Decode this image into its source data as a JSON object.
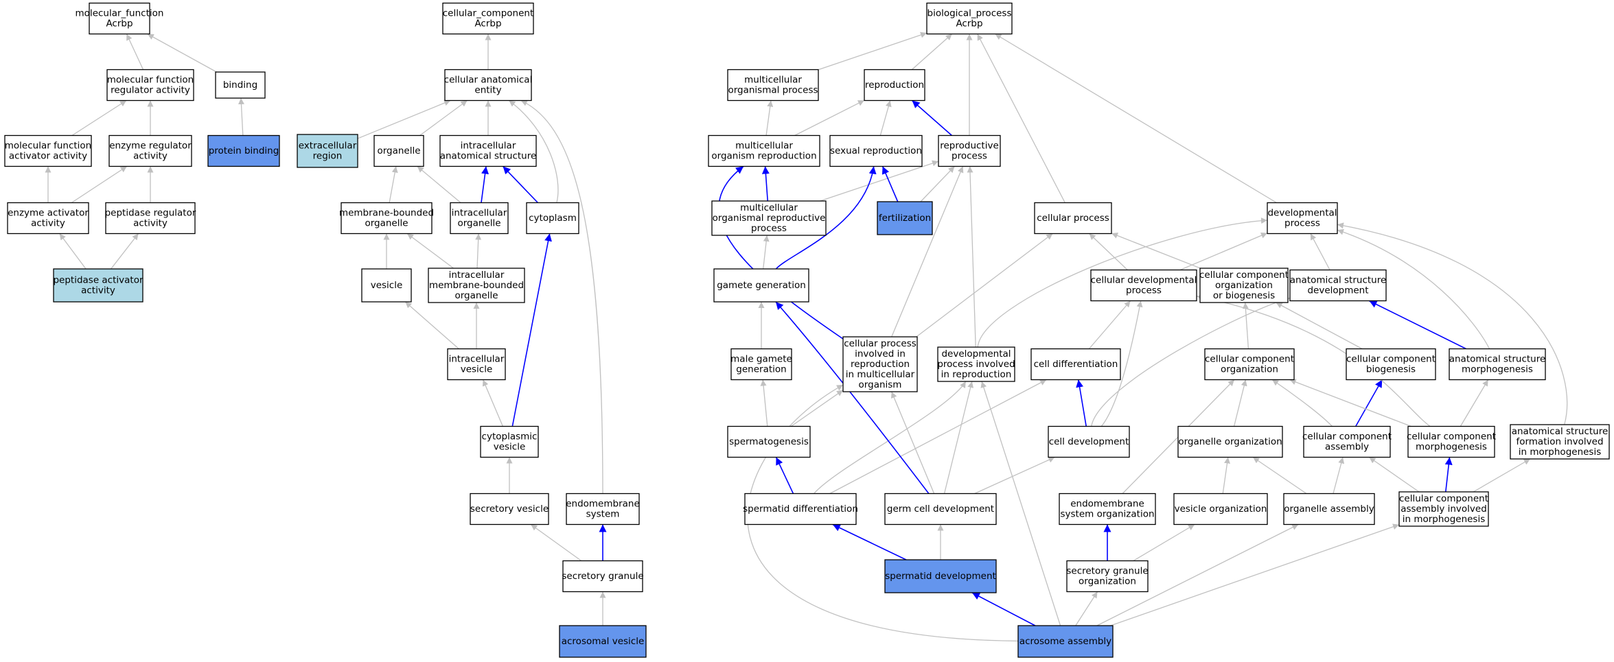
{
  "colors": {
    "plain": "#ffffff",
    "blue": "#6495ED",
    "lightblue": "#ADD8E6",
    "edge_gray": "#c0c0c0",
    "edge_blue": "#0000ff",
    "stroke": "#000000"
  },
  "nodes": [
    {
      "id": "mf_root",
      "lines": [
        "molecular_function",
        "Acrbp"
      ],
      "fill": "plain"
    },
    {
      "id": "mf_reg",
      "lines": [
        "molecular function",
        "regulator activity"
      ],
      "fill": "plain"
    },
    {
      "id": "binding",
      "lines": [
        "binding"
      ],
      "fill": "plain"
    },
    {
      "id": "mf_act",
      "lines": [
        "molecular function",
        "activator activity"
      ],
      "fill": "plain"
    },
    {
      "id": "enz_reg",
      "lines": [
        "enzyme regulator",
        "activity"
      ],
      "fill": "plain"
    },
    {
      "id": "prot_bind",
      "lines": [
        "protein binding"
      ],
      "fill": "blue"
    },
    {
      "id": "enz_act",
      "lines": [
        "enzyme activator",
        "activity"
      ],
      "fill": "plain"
    },
    {
      "id": "pep_reg",
      "lines": [
        "peptidase regulator",
        "activity"
      ],
      "fill": "plain"
    },
    {
      "id": "pep_act",
      "lines": [
        "peptidase activator",
        "activity"
      ],
      "fill": "lightblue"
    },
    {
      "id": "cc_root",
      "lines": [
        "cellular_component",
        "Acrbp"
      ],
      "fill": "plain"
    },
    {
      "id": "cae",
      "lines": [
        "cellular anatomical",
        "entity"
      ],
      "fill": "plain"
    },
    {
      "id": "extra",
      "lines": [
        "extracellular",
        "region"
      ],
      "fill": "lightblue"
    },
    {
      "id": "organelle",
      "lines": [
        "organelle"
      ],
      "fill": "plain"
    },
    {
      "id": "ias",
      "lines": [
        "intracellular",
        "anatomical structure"
      ],
      "fill": "plain"
    },
    {
      "id": "mbo",
      "lines": [
        "membrane-bounded",
        "organelle"
      ],
      "fill": "plain"
    },
    {
      "id": "io",
      "lines": [
        "intracellular",
        "organelle"
      ],
      "fill": "plain"
    },
    {
      "id": "cyto",
      "lines": [
        "cytoplasm"
      ],
      "fill": "plain"
    },
    {
      "id": "vesicle",
      "lines": [
        "vesicle"
      ],
      "fill": "plain"
    },
    {
      "id": "imbo",
      "lines": [
        "intracellular",
        "membrane-bounded",
        "organelle"
      ],
      "fill": "plain"
    },
    {
      "id": "iv",
      "lines": [
        "intracellular",
        "vesicle"
      ],
      "fill": "plain"
    },
    {
      "id": "cv",
      "lines": [
        "cytoplasmic",
        "vesicle"
      ],
      "fill": "plain"
    },
    {
      "id": "sv",
      "lines": [
        "secretory vesicle"
      ],
      "fill": "plain"
    },
    {
      "id": "endo",
      "lines": [
        "endomembrane",
        "system"
      ],
      "fill": "plain"
    },
    {
      "id": "sg",
      "lines": [
        "secretory granule"
      ],
      "fill": "plain"
    },
    {
      "id": "av",
      "lines": [
        "acrosomal vesicle"
      ],
      "fill": "blue"
    },
    {
      "id": "bp_root",
      "lines": [
        "biological_process",
        "Acrbp"
      ],
      "fill": "plain"
    },
    {
      "id": "mop",
      "lines": [
        "multicellular",
        "organismal process"
      ],
      "fill": "plain"
    },
    {
      "id": "repro",
      "lines": [
        "reproduction"
      ],
      "fill": "plain"
    },
    {
      "id": "mor",
      "lines": [
        "multicellular",
        "organism reproduction"
      ],
      "fill": "plain"
    },
    {
      "id": "sexrep",
      "lines": [
        "sexual reproduction"
      ],
      "fill": "plain"
    },
    {
      "id": "rp",
      "lines": [
        "reproductive",
        "process"
      ],
      "fill": "plain"
    },
    {
      "id": "morp",
      "lines": [
        "multicellular",
        "organismal reproductive",
        "process"
      ],
      "fill": "plain"
    },
    {
      "id": "fert",
      "lines": [
        "fertilization"
      ],
      "fill": "blue"
    },
    {
      "id": "cp",
      "lines": [
        "cellular process"
      ],
      "fill": "plain"
    },
    {
      "id": "dp",
      "lines": [
        "developmental",
        "process"
      ],
      "fill": "plain"
    },
    {
      "id": "gg",
      "lines": [
        "gamete generation"
      ],
      "fill": "plain"
    },
    {
      "id": "cdp",
      "lines": [
        "cellular developmental",
        "process"
      ],
      "fill": "plain"
    },
    {
      "id": "ccob",
      "lines": [
        "cellular component",
        "organization",
        "or biogenesis"
      ],
      "fill": "plain"
    },
    {
      "id": "asd",
      "lines": [
        "anatomical structure",
        "development"
      ],
      "fill": "plain"
    },
    {
      "id": "mgg",
      "lines": [
        "male gamete",
        "generation"
      ],
      "fill": "plain"
    },
    {
      "id": "cpirm",
      "lines": [
        "cellular process",
        "involved in",
        "reproduction",
        "in multicellular",
        "organism"
      ],
      "fill": "plain"
    },
    {
      "id": "dpir",
      "lines": [
        "developmental",
        "process involved",
        "in reproduction"
      ],
      "fill": "plain"
    },
    {
      "id": "celldiff",
      "lines": [
        "cell differentiation"
      ],
      "fill": "plain"
    },
    {
      "id": "cco",
      "lines": [
        "cellular component",
        "organization"
      ],
      "fill": "plain"
    },
    {
      "id": "ccb",
      "lines": [
        "cellular component",
        "biogenesis"
      ],
      "fill": "plain"
    },
    {
      "id": "asm",
      "lines": [
        "anatomical structure",
        "morphogenesis"
      ],
      "fill": "plain"
    },
    {
      "id": "spg",
      "lines": [
        "spermatogenesis"
      ],
      "fill": "plain"
    },
    {
      "id": "celldev",
      "lines": [
        "cell development"
      ],
      "fill": "plain"
    },
    {
      "id": "oo",
      "lines": [
        "organelle organization"
      ],
      "fill": "plain"
    },
    {
      "id": "cca",
      "lines": [
        "cellular component",
        "assembly"
      ],
      "fill": "plain"
    },
    {
      "id": "ccm",
      "lines": [
        "cellular component",
        "morphogenesis"
      ],
      "fill": "plain"
    },
    {
      "id": "asfim",
      "lines": [
        "anatomical structure",
        "formation involved",
        "in morphogenesis"
      ],
      "fill": "plain"
    },
    {
      "id": "sd",
      "lines": [
        "spermatid differentiation"
      ],
      "fill": "plain"
    },
    {
      "id": "gcd",
      "lines": [
        "germ cell development"
      ],
      "fill": "plain"
    },
    {
      "id": "eso",
      "lines": [
        "endomembrane",
        "system organization"
      ],
      "fill": "plain"
    },
    {
      "id": "vo",
      "lines": [
        "vesicle organization"
      ],
      "fill": "plain"
    },
    {
      "id": "oa",
      "lines": [
        "organelle assembly"
      ],
      "fill": "plain"
    },
    {
      "id": "ccaim",
      "lines": [
        "cellular component",
        "assembly involved",
        "in morphogenesis"
      ],
      "fill": "plain"
    },
    {
      "id": "spdev",
      "lines": [
        "spermatid development"
      ],
      "fill": "blue"
    },
    {
      "id": "sgo",
      "lines": [
        "secretory granule",
        "organization"
      ],
      "fill": "plain"
    },
    {
      "id": "acro",
      "lines": [
        "acrosome assembly"
      ],
      "fill": "blue"
    }
  ],
  "edges": [
    {
      "from": "mf_reg",
      "to": "mf_root",
      "color": "gray"
    },
    {
      "from": "binding",
      "to": "mf_root",
      "color": "gray"
    },
    {
      "from": "mf_act",
      "to": "mf_reg",
      "color": "gray"
    },
    {
      "from": "enz_reg",
      "to": "mf_reg",
      "color": "gray"
    },
    {
      "from": "prot_bind",
      "to": "binding",
      "color": "gray"
    },
    {
      "from": "enz_act",
      "to": "mf_act",
      "color": "gray"
    },
    {
      "from": "enz_act",
      "to": "enz_reg",
      "color": "gray"
    },
    {
      "from": "pep_reg",
      "to": "enz_reg",
      "color": "gray"
    },
    {
      "from": "pep_act",
      "to": "enz_act",
      "color": "gray"
    },
    {
      "from": "pep_act",
      "to": "pep_reg",
      "color": "gray"
    },
    {
      "from": "cae",
      "to": "cc_root",
      "color": "gray"
    },
    {
      "from": "extra",
      "to": "cae",
      "color": "gray"
    },
    {
      "from": "organelle",
      "to": "cae",
      "color": "gray"
    },
    {
      "from": "ias",
      "to": "cae",
      "color": "gray"
    },
    {
      "from": "cyto",
      "to": "cae",
      "color": "gray"
    },
    {
      "from": "endo",
      "to": "cae",
      "color": "gray"
    },
    {
      "from": "mbo",
      "to": "organelle",
      "color": "gray"
    },
    {
      "from": "io",
      "to": "organelle",
      "color": "gray"
    },
    {
      "from": "io",
      "to": "ias",
      "color": "blue"
    },
    {
      "from": "cyto",
      "to": "ias",
      "color": "blue"
    },
    {
      "from": "vesicle",
      "to": "mbo",
      "color": "gray"
    },
    {
      "from": "imbo",
      "to": "mbo",
      "color": "gray"
    },
    {
      "from": "imbo",
      "to": "io",
      "color": "gray"
    },
    {
      "from": "iv",
      "to": "vesicle",
      "color": "gray"
    },
    {
      "from": "iv",
      "to": "imbo",
      "color": "gray"
    },
    {
      "from": "cv",
      "to": "iv",
      "color": "gray"
    },
    {
      "from": "cv",
      "to": "cyto",
      "color": "blue"
    },
    {
      "from": "sv",
      "to": "cv",
      "color": "gray"
    },
    {
      "from": "sg",
      "to": "sv",
      "color": "gray"
    },
    {
      "from": "sg",
      "to": "endo",
      "color": "blue"
    },
    {
      "from": "av",
      "to": "sg",
      "color": "gray"
    },
    {
      "from": "mop",
      "to": "bp_root",
      "color": "gray"
    },
    {
      "from": "repro",
      "to": "bp_root",
      "color": "gray"
    },
    {
      "from": "rp",
      "to": "bp_root",
      "color": "gray"
    },
    {
      "from": "cp",
      "to": "bp_root",
      "color": "gray"
    },
    {
      "from": "dp",
      "to": "bp_root",
      "color": "gray"
    },
    {
      "from": "mor",
      "to": "mop",
      "color": "gray"
    },
    {
      "from": "mor",
      "to": "repro",
      "color": "gray"
    },
    {
      "from": "sexrep",
      "to": "repro",
      "color": "gray"
    },
    {
      "from": "rp",
      "to": "repro",
      "color": "blue"
    },
    {
      "from": "morp",
      "to": "mor",
      "color": "blue"
    },
    {
      "from": "morp",
      "to": "rp",
      "color": "gray"
    },
    {
      "from": "fert",
      "to": "sexrep",
      "color": "blue"
    },
    {
      "from": "fert",
      "to": "rp",
      "color": "gray"
    },
    {
      "from": "gg",
      "to": "morp",
      "color": "gray"
    },
    {
      "from": "gg",
      "to": "sexrep",
      "color": "blue"
    },
    {
      "from": "cpirm",
      "to": "mor",
      "color": "blue"
    },
    {
      "from": "cpirm",
      "to": "rp",
      "color": "gray"
    },
    {
      "from": "cpirm",
      "to": "cp",
      "color": "gray"
    },
    {
      "from": "dpir",
      "to": "rp",
      "color": "gray"
    },
    {
      "from": "dpir",
      "to": "dp",
      "color": "gray"
    },
    {
      "from": "cdp",
      "to": "cp",
      "color": "gray"
    },
    {
      "from": "cdp",
      "to": "dp",
      "color": "gray"
    },
    {
      "from": "ccob",
      "to": "cp",
      "color": "gray"
    },
    {
      "from": "asd",
      "to": "dp",
      "color": "gray"
    },
    {
      "from": "mgg",
      "to": "gg",
      "color": "gray"
    },
    {
      "from": "celldiff",
      "to": "cdp",
      "color": "gray"
    },
    {
      "from": "cco",
      "to": "ccob",
      "color": "gray"
    },
    {
      "from": "ccb",
      "to": "ccob",
      "color": "gray"
    },
    {
      "from": "asm",
      "to": "asd",
      "color": "blue"
    },
    {
      "from": "asm",
      "to": "dp",
      "color": "gray"
    },
    {
      "from": "spg",
      "to": "mgg",
      "color": "gray"
    },
    {
      "from": "spg",
      "to": "cpirm",
      "color": "gray"
    },
    {
      "from": "celldev",
      "to": "celldiff",
      "color": "blue"
    },
    {
      "from": "celldev",
      "to": "cdp",
      "color": "gray"
    },
    {
      "from": "celldev",
      "to": "asd",
      "color": "gray"
    },
    {
      "from": "oo",
      "to": "cco",
      "color": "gray"
    },
    {
      "from": "cca",
      "to": "cco",
      "color": "gray"
    },
    {
      "from": "cca",
      "to": "ccb",
      "color": "blue"
    },
    {
      "from": "ccm",
      "to": "cco",
      "color": "gray"
    },
    {
      "from": "ccm",
      "to": "asm",
      "color": "gray"
    },
    {
      "from": "ccm",
      "to": "cdp",
      "color": "gray"
    },
    {
      "from": "asfim",
      "to": "dp",
      "color": "gray"
    },
    {
      "from": "sd",
      "to": "spg",
      "color": "blue"
    },
    {
      "from": "sd",
      "to": "dpir",
      "color": "gray"
    },
    {
      "from": "sd",
      "to": "celldiff",
      "color": "gray"
    },
    {
      "from": "gcd",
      "to": "gg",
      "color": "blue"
    },
    {
      "from": "gcd",
      "to": "cpirm",
      "color": "gray"
    },
    {
      "from": "gcd",
      "to": "dpir",
      "color": "gray"
    },
    {
      "from": "gcd",
      "to": "celldev",
      "color": "gray"
    },
    {
      "from": "eso",
      "to": "cco",
      "color": "gray"
    },
    {
      "from": "oa",
      "to": "oo",
      "color": "gray"
    },
    {
      "from": "oa",
      "to": "cca",
      "color": "gray"
    },
    {
      "from": "vo",
      "to": "oo",
      "color": "gray"
    },
    {
      "from": "ccaim",
      "to": "cca",
      "color": "gray"
    },
    {
      "from": "ccaim",
      "to": "ccm",
      "color": "blue"
    },
    {
      "from": "ccaim",
      "to": "asfim",
      "color": "gray"
    },
    {
      "from": "spdev",
      "to": "sd",
      "color": "blue"
    },
    {
      "from": "spdev",
      "to": "gcd",
      "color": "gray"
    },
    {
      "from": "sgo",
      "to": "eso",
      "color": "blue"
    },
    {
      "from": "sgo",
      "to": "vo",
      "color": "gray"
    },
    {
      "from": "acro",
      "to": "spdev",
      "color": "blue"
    },
    {
      "from": "acro",
      "to": "sgo",
      "color": "gray"
    },
    {
      "from": "acro",
      "to": "oa",
      "color": "gray"
    },
    {
      "from": "acro",
      "to": "ccaim",
      "color": "gray"
    },
    {
      "from": "acro",
      "to": "dpir",
      "color": "gray"
    },
    {
      "from": "acro",
      "to": "cpirm",
      "color": "gray"
    }
  ]
}
